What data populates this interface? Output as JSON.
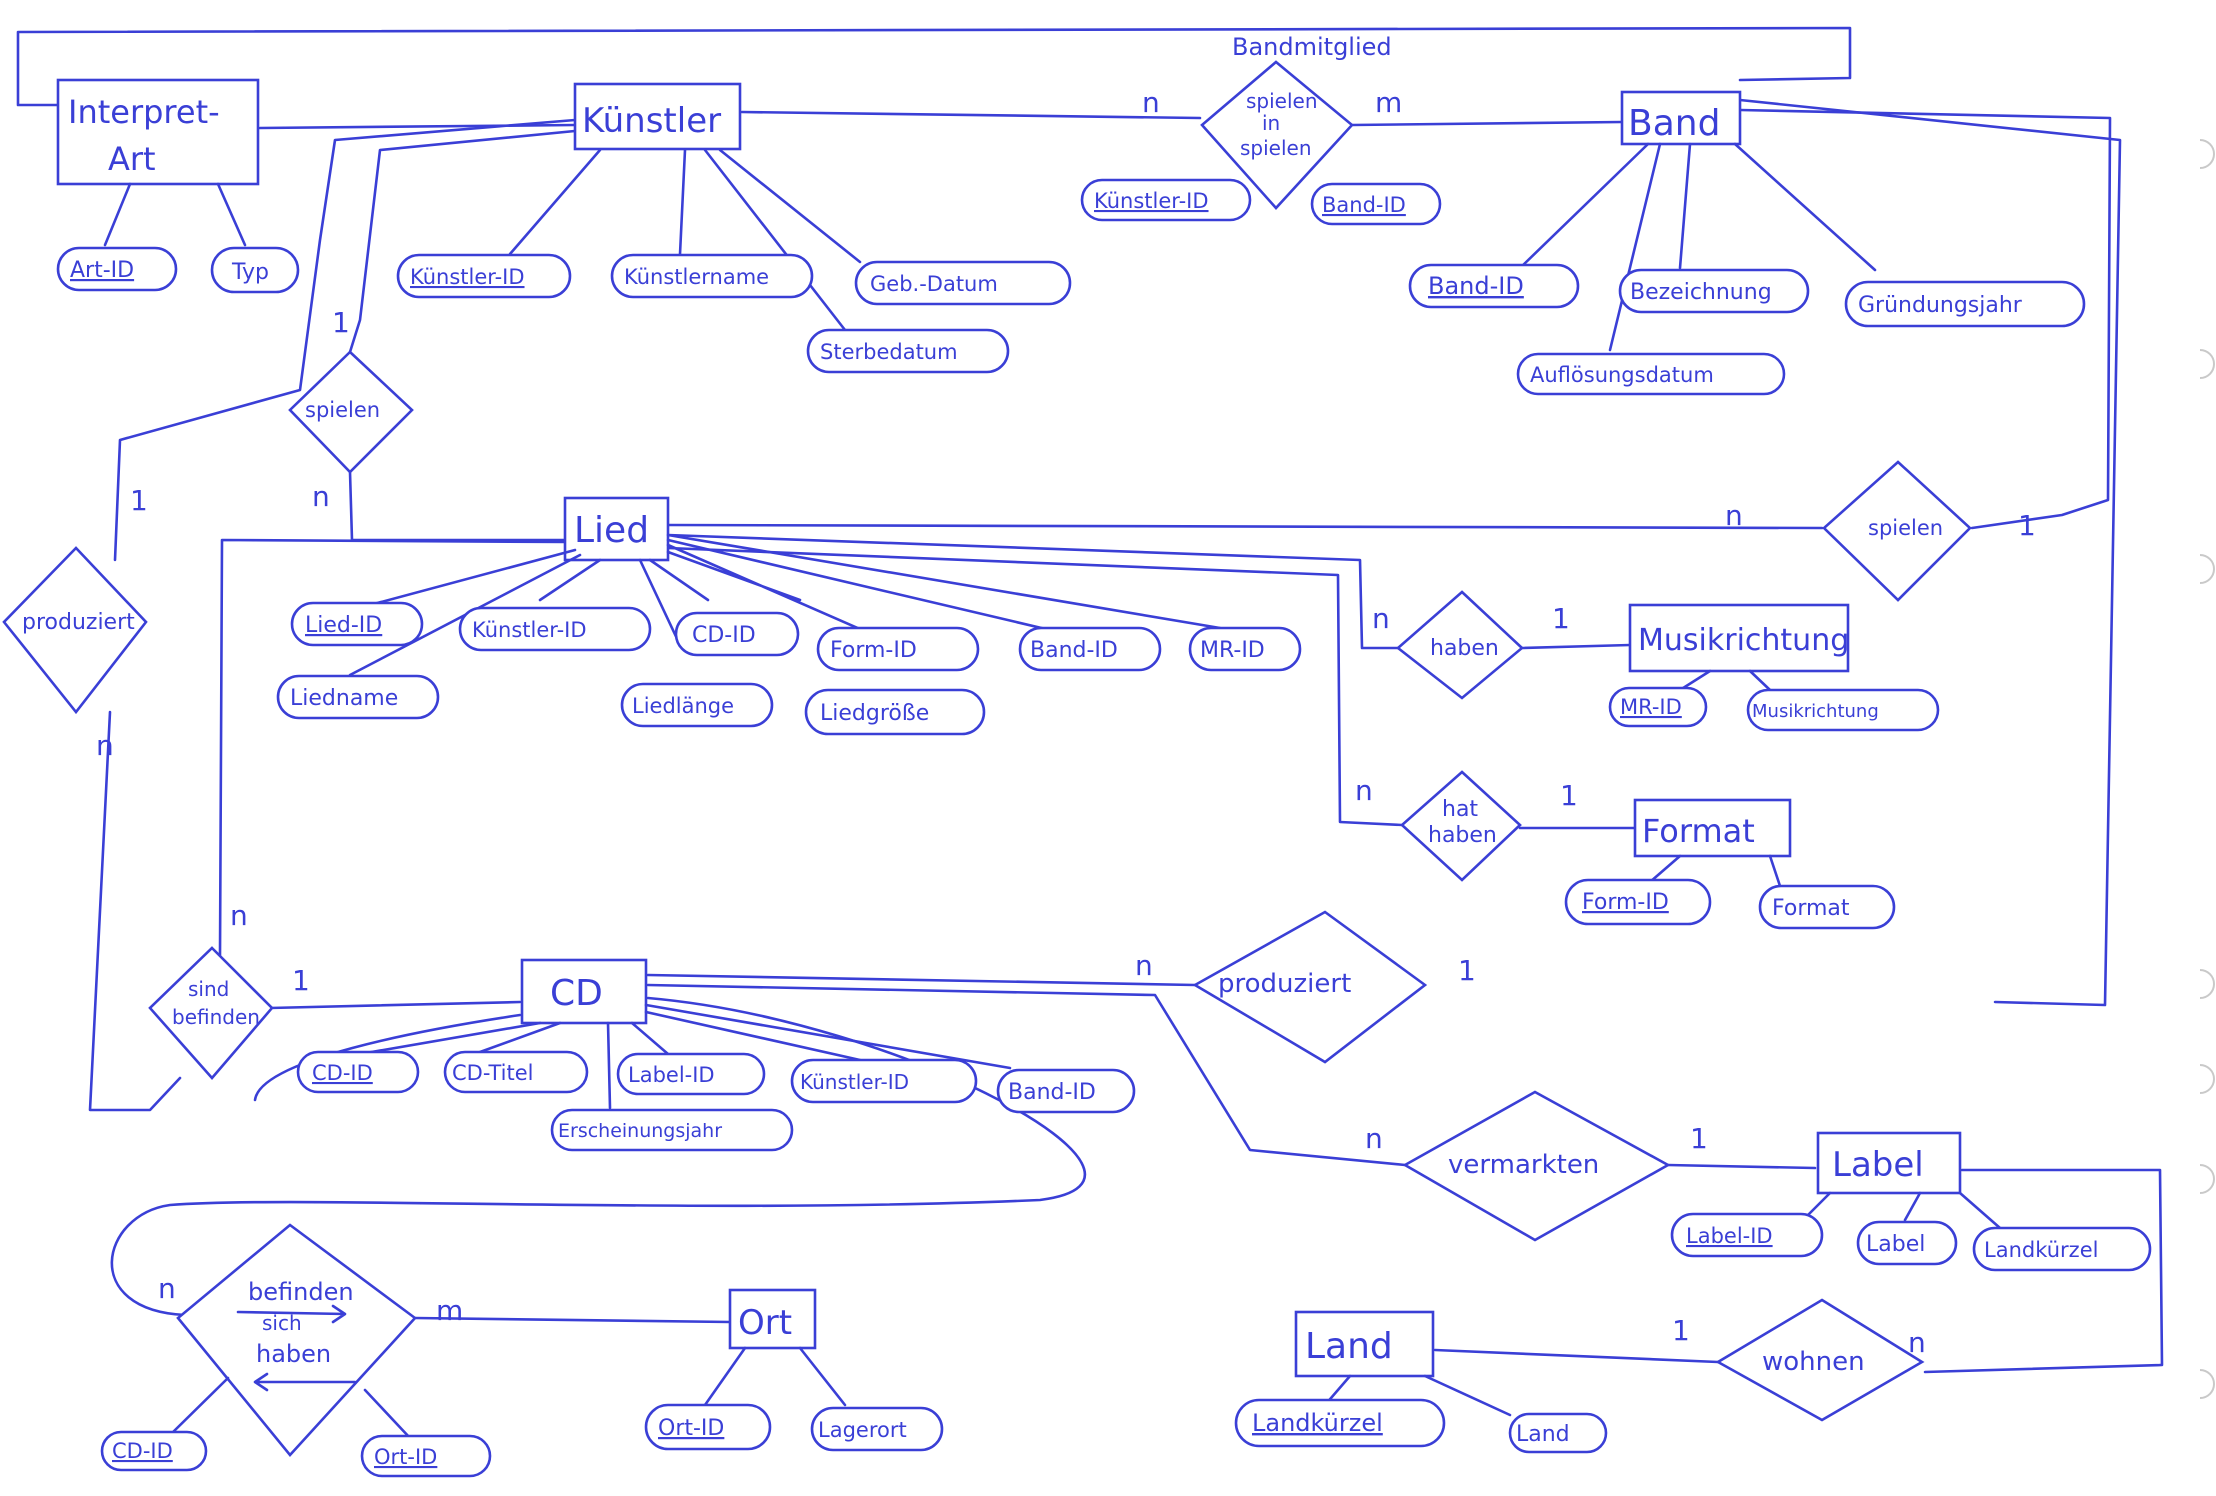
{
  "colors": {
    "ink": "#3a3fd6",
    "paper": "#ffffff"
  },
  "entities": {
    "interpret_art": [
      "Interpret-",
      "Art"
    ],
    "kuenstler": "Künstler",
    "band": "Band",
    "lied": "Lied",
    "musikrichtung": "Musikrichtung",
    "format": "Format",
    "cd": "CD",
    "label": "Label",
    "ort": "Ort",
    "land": "Land"
  },
  "relationships": {
    "bandmitglied_title": "Bandmitglied",
    "bandmitglied": [
      "spielen",
      "in",
      "spielen"
    ],
    "kuenstler_spielen_lied": "spielen",
    "band_spielen_lied": "spielen",
    "produziert_left": "produziert",
    "haben": "haben",
    "hat_haben": [
      "hat",
      "haben"
    ],
    "sind_befinden": [
      "sind",
      "befinden"
    ],
    "produziert_cd": "produziert",
    "vermarkten": "vermarkten",
    "befinden_sich_haben": [
      "befinden",
      "sich",
      "haben"
    ],
    "wohnen": "wohnen"
  },
  "attributes": {
    "interpret_art": [
      "Art-ID",
      "Typ"
    ],
    "kuenstler": [
      "Künstler-ID",
      "Künstlername",
      "Geb.-Datum",
      "Sterbedatum"
    ],
    "bandmitglied": [
      "Künstler-ID",
      "Band-ID"
    ],
    "band": [
      "Band-ID",
      "Bezeichnung",
      "Gründungsjahr",
      "Auflösungsdatum"
    ],
    "lied": [
      "Lied-ID",
      "Künstler-ID",
      "CD-ID",
      "Form-ID",
      "Band-ID",
      "MR-ID",
      "Liedname",
      "Liedlänge",
      "Liedgröße"
    ],
    "musikrichtung": [
      "MR-ID",
      "Musikrichtung"
    ],
    "format": [
      "Form-ID",
      "Format"
    ],
    "cd": [
      "CD-ID",
      "CD-Titel",
      "Label-ID",
      "Künstler-ID",
      "Band-ID",
      "Erscheinungsjahr"
    ],
    "label": [
      "Label-ID",
      "Label",
      "Landkürzel"
    ],
    "befinden": [
      "CD-ID",
      "Ort-ID"
    ],
    "ort": [
      "Ort-ID",
      "Lagerort"
    ],
    "land": [
      "Landkürzel",
      "Land"
    ]
  },
  "cardinalities": {
    "bandmitglied_left": "n",
    "bandmitglied_right": "m",
    "spielen_k_top": "1",
    "spielen_k_bottom": "n",
    "spielen_b_left": "n",
    "spielen_b_right": "1",
    "produziert_top": "1",
    "produziert_bottom": "n",
    "haben_left": "n",
    "haben_right": "1",
    "hat_left": "n",
    "hat_right": "1",
    "sind_top": "n",
    "sind_right": "1",
    "produziert_cd_left": "n",
    "produziert_cd_right": "1",
    "vermarkten_left": "n",
    "vermarkten_right": "1",
    "befinden_left": "n",
    "befinden_right": "m",
    "wohnen_left": "1",
    "wohnen_right": "n"
  }
}
